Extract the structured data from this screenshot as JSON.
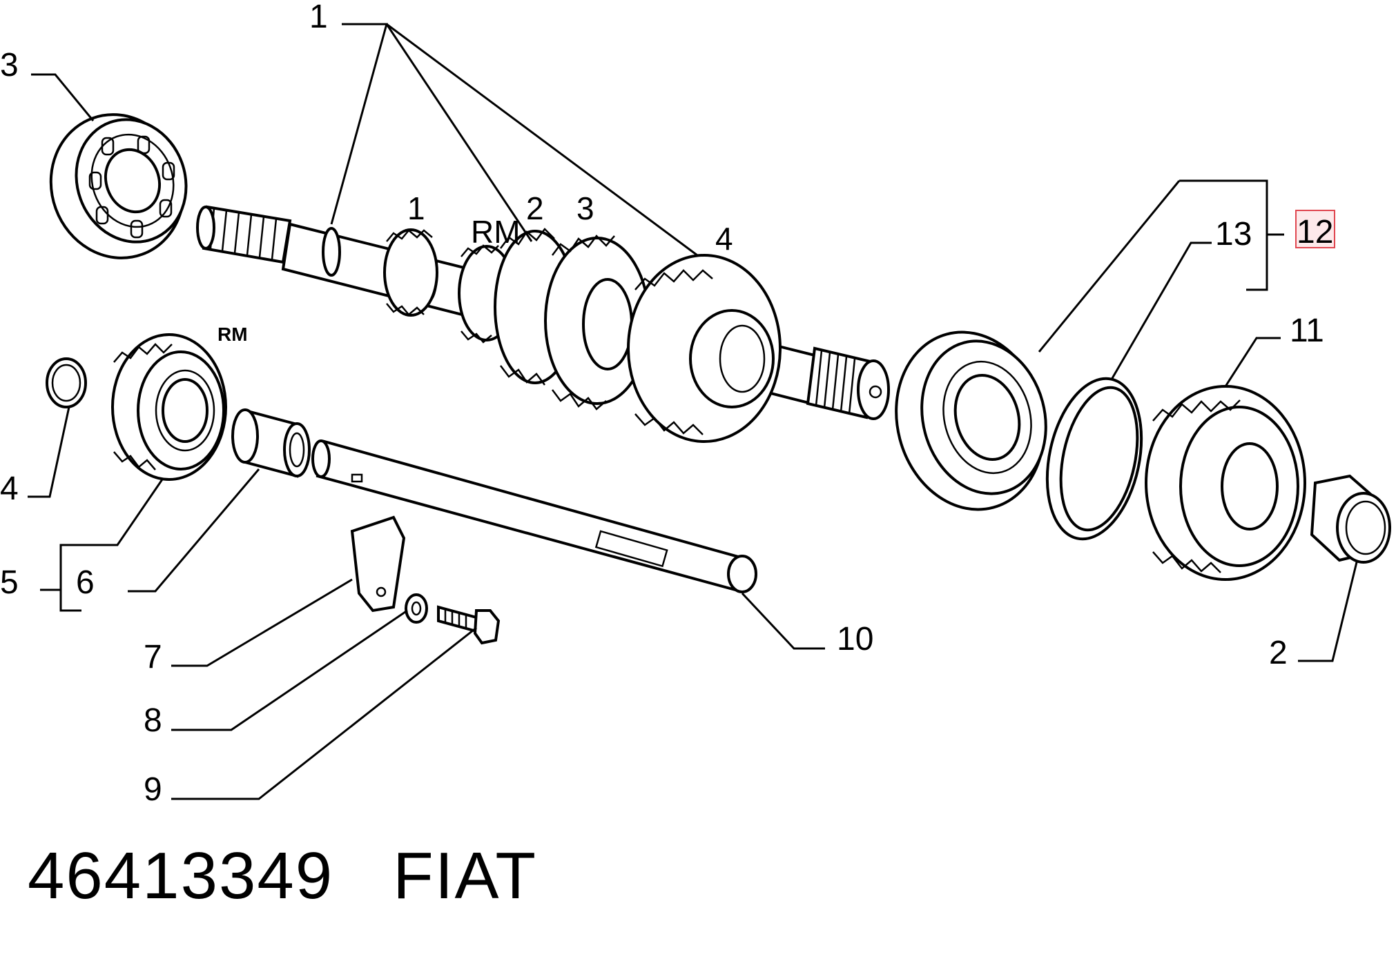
{
  "callouts": {
    "c1": "1",
    "c2": "2",
    "c3": "3",
    "c4": "4",
    "c5": "5",
    "c6": "6",
    "c7": "7",
    "c8": "8",
    "c9": "9",
    "c10": "10",
    "c11": "11",
    "c12": "12",
    "c13": "13"
  },
  "gear_labels": {
    "g1": "1",
    "grm": "RM",
    "g2": "2",
    "g3": "3",
    "g4": "4",
    "rm_small": "RM"
  },
  "footer": {
    "part_number": "46413349",
    "brand": "FIAT"
  },
  "colors": {
    "highlight_fill": "#fde9ea",
    "highlight_stroke": "#e0464f"
  }
}
